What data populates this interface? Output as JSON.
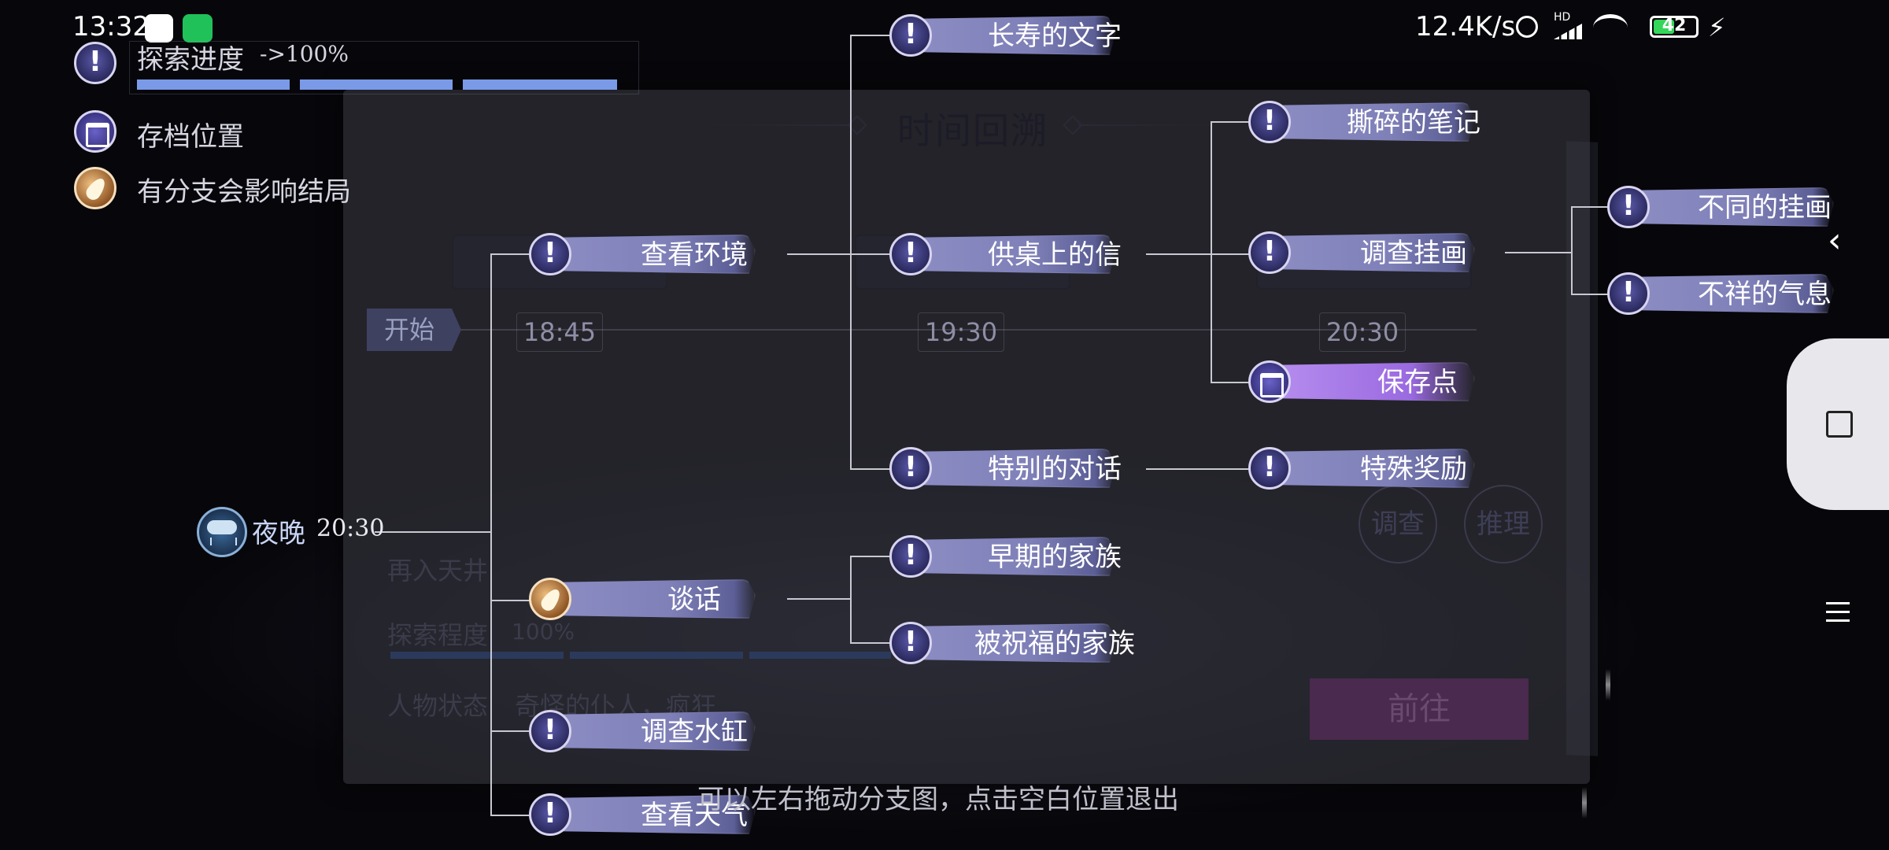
{
  "status_bar": {
    "time": "13:32",
    "net_speed": "12.4K/s",
    "hd": "HD",
    "battery": "42"
  },
  "legend": {
    "progress_label": "探索进度",
    "progress_value": "->100%",
    "save_label": "存档位置",
    "branch_label": "有分支会影响结局"
  },
  "panel": {
    "title": "时间回溯",
    "start": "开始",
    "times": [
      "18:45",
      "19:30",
      "20:30"
    ],
    "ghost_reenter": "再入天井",
    "ghost_explore": "探索程度",
    "ghost_explore_value": "100%",
    "ghost_status": "人物状态",
    "ghost_status_value": "奇怪的仆人，疯狂",
    "ghost_go": "前往",
    "ghost_investigate": "调查",
    "ghost_deduce": "推理"
  },
  "root": {
    "period": "夜晚",
    "time": "20:30"
  },
  "nodes": {
    "look_env": "查看环境",
    "talk": "谈话",
    "check_tank": "调查水缸",
    "look_weather": "查看天气",
    "longevity_text": "长寿的文字",
    "altar_letter": "供桌上的信",
    "special_dialog": "特别的对话",
    "early_family": "早期的家族",
    "blessed_family": "被祝福的家族",
    "torn_note": "撕碎的笔记",
    "inspect_painting": "调查挂画",
    "save_point": "保存点",
    "special_reward": "特殊奖励",
    "diff_painting": "不同的挂画",
    "ominous_aura": "不祥的气息"
  },
  "hint": "可以左右拖动分支图，点击空白位置退出"
}
